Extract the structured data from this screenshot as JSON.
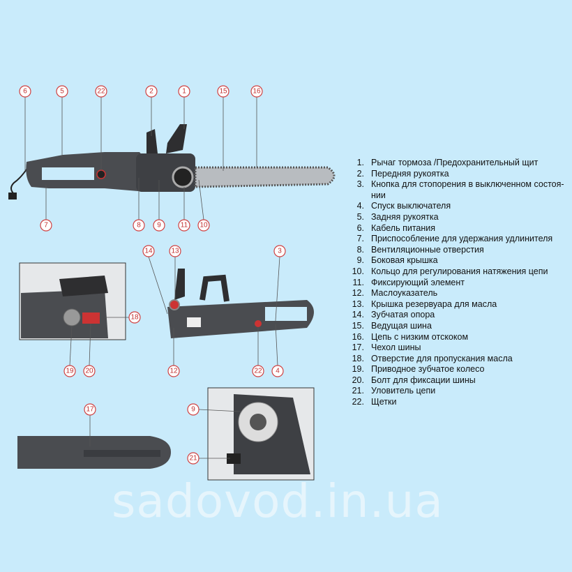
{
  "callouts": {
    "main": [
      "6",
      "5",
      "22",
      "2",
      "1",
      "15",
      "16",
      "7",
      "8",
      "9",
      "11",
      "10"
    ],
    "detail_left": [
      "18",
      "19",
      "20"
    ],
    "detail_right": [
      "14",
      "13",
      "3",
      "12",
      "22",
      "4"
    ],
    "cover": [
      "17"
    ],
    "side_cover": [
      "9",
      "21"
    ]
  },
  "legend": [
    {
      "n": "1.",
      "t": "Рычаг тормоза /Предохранительный щит"
    },
    {
      "n": "2.",
      "t": "Передняя рукоятка"
    },
    {
      "n": "3.",
      "t": "Кнопка для стопорения в выключенном состоя-нии"
    },
    {
      "n": "4.",
      "t": "Спуск выключателя"
    },
    {
      "n": "5.",
      "t": "Задняя рукоятка"
    },
    {
      "n": "6.",
      "t": "Кабель питания"
    },
    {
      "n": "7.",
      "t": "Приспособление для удержания удлинителя"
    },
    {
      "n": "8.",
      "t": "Вентиляционные отверстия"
    },
    {
      "n": "9.",
      "t": "Боковая крышка"
    },
    {
      "n": "10.",
      "t": "Кольцо для регулирования натяжения цепи"
    },
    {
      "n": "11.",
      "t": "Фиксирующий элемент"
    },
    {
      "n": "12.",
      "t": "Маслоуказатель"
    },
    {
      "n": "13.",
      "t": "Крышка резервуара для масла"
    },
    {
      "n": "14.",
      "t": "Зубчатая опора"
    },
    {
      "n": "15.",
      "t": "Ведущая шина"
    },
    {
      "n": "16.",
      "t": "Цепь с низким  отскоком"
    },
    {
      "n": "17.",
      "t": "Чехол шины"
    },
    {
      "n": "18.",
      "t": "Отверстие для  пропускания масла"
    },
    {
      "n": "19.",
      "t": "Приводное зубчатое колесо"
    },
    {
      "n": "20.",
      "t": "Болт для фиксации шины"
    },
    {
      "n": "21.",
      "t": "Уловитель цепи"
    },
    {
      "n": "22.",
      "t": "Щетки"
    }
  ],
  "watermark": "sadovod.in.ua",
  "colors": {
    "background": "#c9ebfb",
    "callout": "#d04040",
    "body": "#4a4c50"
  }
}
